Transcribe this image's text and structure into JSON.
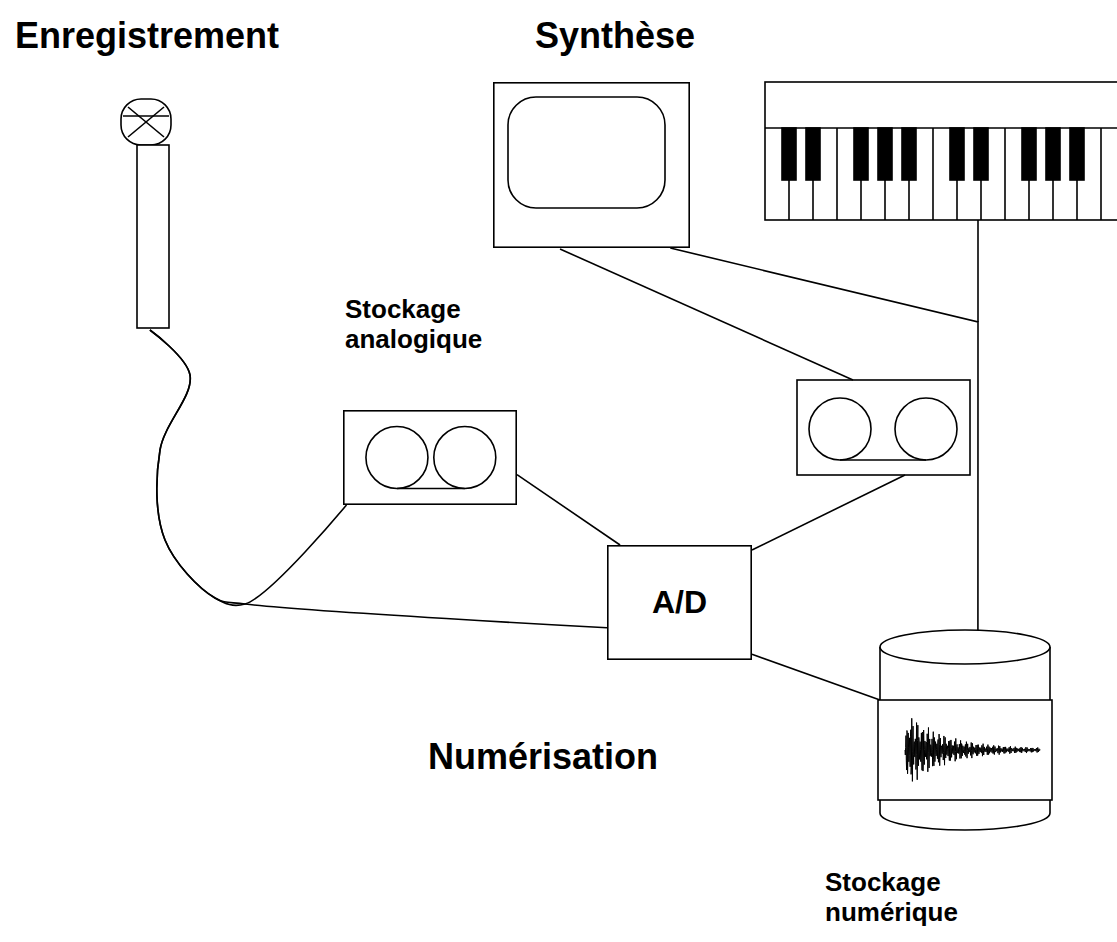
{
  "diagram": {
    "nodes": [
      {
        "text": [
          "Enregistrement"
        ]
      },
      {
        "text": [
          "Synthèse"
        ]
      },
      {
        "text": [
          "Stockage analogique"
        ]
      },
      {
        "text": [
          "A/D"
        ]
      },
      {
        "text": [
          "Stockage numérique"
        ]
      }
    ],
    "edges": [
      {
        "from": 0,
        "to": 2,
        "arrow": "none"
      },
      {
        "from": 0,
        "to": 3,
        "arrow": "none"
      },
      {
        "from": 2,
        "to": 3,
        "arrow": "none"
      },
      {
        "from": 1,
        "to": 4,
        "arrow": "none"
      },
      {
        "from": 3,
        "to": 4,
        "arrow": "none"
      }
    ],
    "labels": [
      "Numérisation"
    ]
  }
}
